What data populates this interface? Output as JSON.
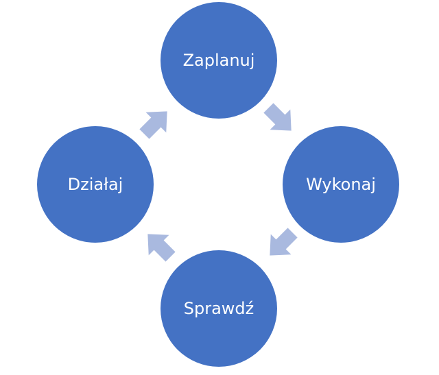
{
  "diagram": {
    "type": "cycle",
    "colors": {
      "node_fill": "#4472C4",
      "node_text": "#FFFFFF",
      "arrow_fill": "#A9B9DF"
    },
    "nodes": [
      {
        "id": "zaplanuj",
        "label": "Zaplanuj"
      },
      {
        "id": "wykonaj",
        "label": "Wykonaj"
      },
      {
        "id": "sprawdz",
        "label": "Sprawdź"
      },
      {
        "id": "dzialaj",
        "label": "Działaj"
      }
    ],
    "connectors": [
      {
        "from": "zaplanuj",
        "to": "wykonaj"
      },
      {
        "from": "wykonaj",
        "to": "sprawdz"
      },
      {
        "from": "sprawdz",
        "to": "dzialaj"
      },
      {
        "from": "dzialaj",
        "to": "zaplanuj"
      }
    ]
  }
}
